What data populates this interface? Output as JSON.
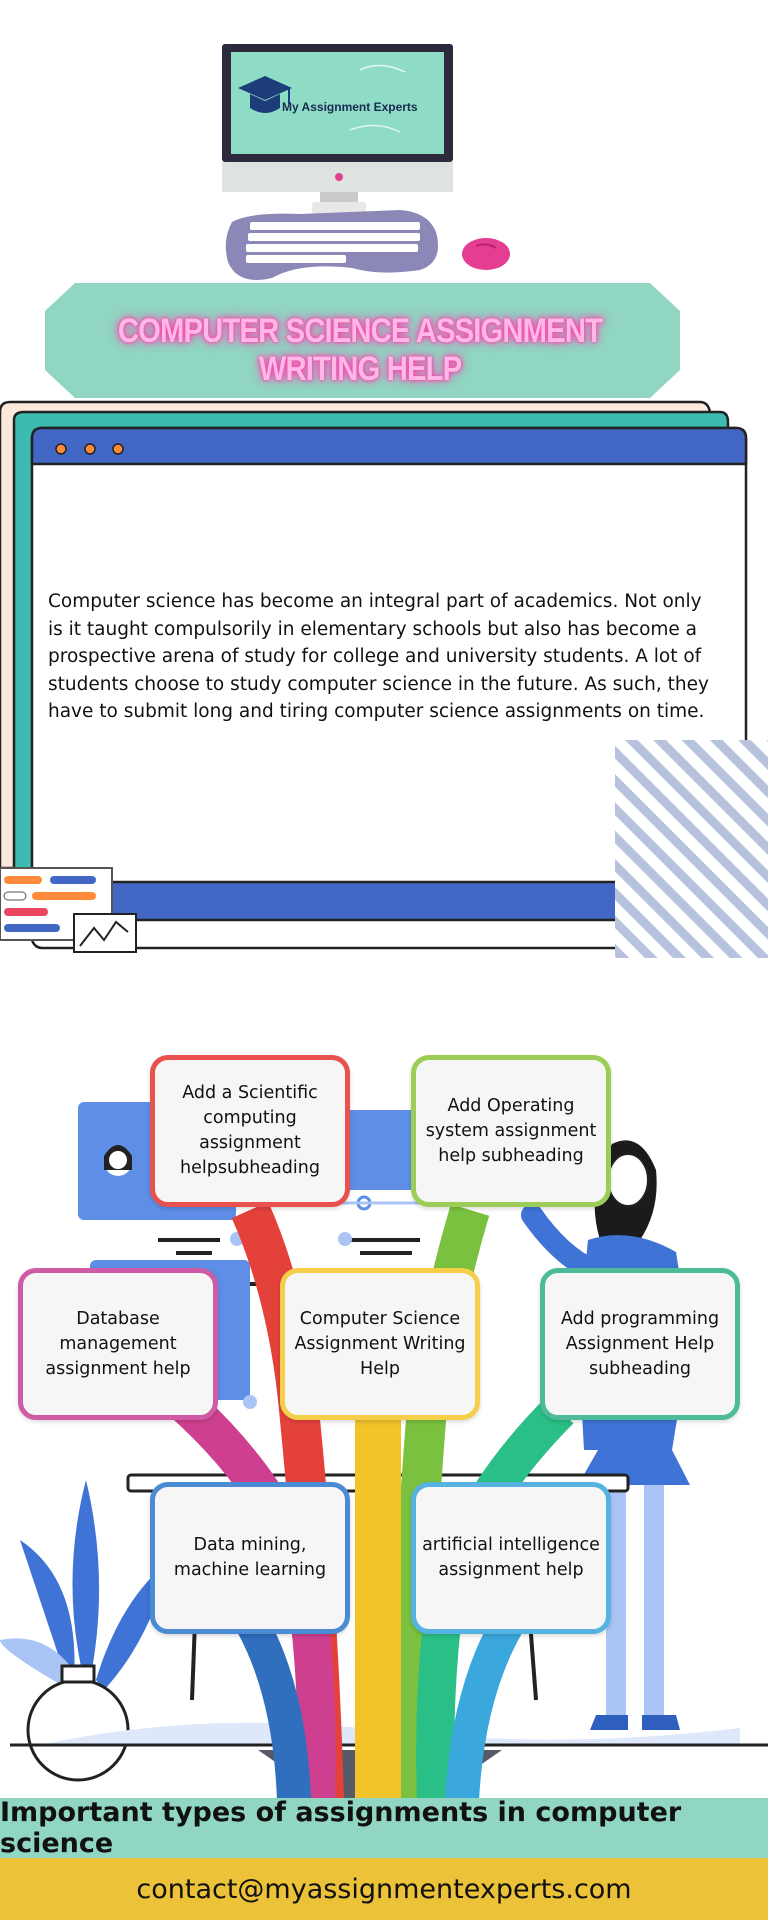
{
  "logo": {
    "text": "My Assignment Experts"
  },
  "banner": {
    "title": "COMPUTER SCIENCE ASSIGNMENT WRITING HELP"
  },
  "intro": {
    "text": "Computer science has become an integral part of academics. Not only is it taught compulsorily in elementary schools but also has become a prospective arena of study for college and university students. A lot of students choose to study computer science in the future. As such, they have to submit long and tiring computer science assignments on time."
  },
  "cards": {
    "scientific": "Add a Scientific computing assignment helpsubheading",
    "os": "Add Operating system assignment help subheading",
    "database": "Database management assignment help",
    "center": "Computer Science Assignment Writing Help",
    "programming": "Add programming Assignment Help subheading",
    "datamining": "Data mining, machine learning",
    "ai": "artificial intelligence assignment help"
  },
  "footer": {
    "title": "Important types of assignments in computer science",
    "contact": "contact@myassignmentexperts.com"
  },
  "colors": {
    "mint": "#90d6c2",
    "browser_blue": "#4166c4",
    "neon_pink": "#ff3fae",
    "yellow": "#ecc238"
  }
}
